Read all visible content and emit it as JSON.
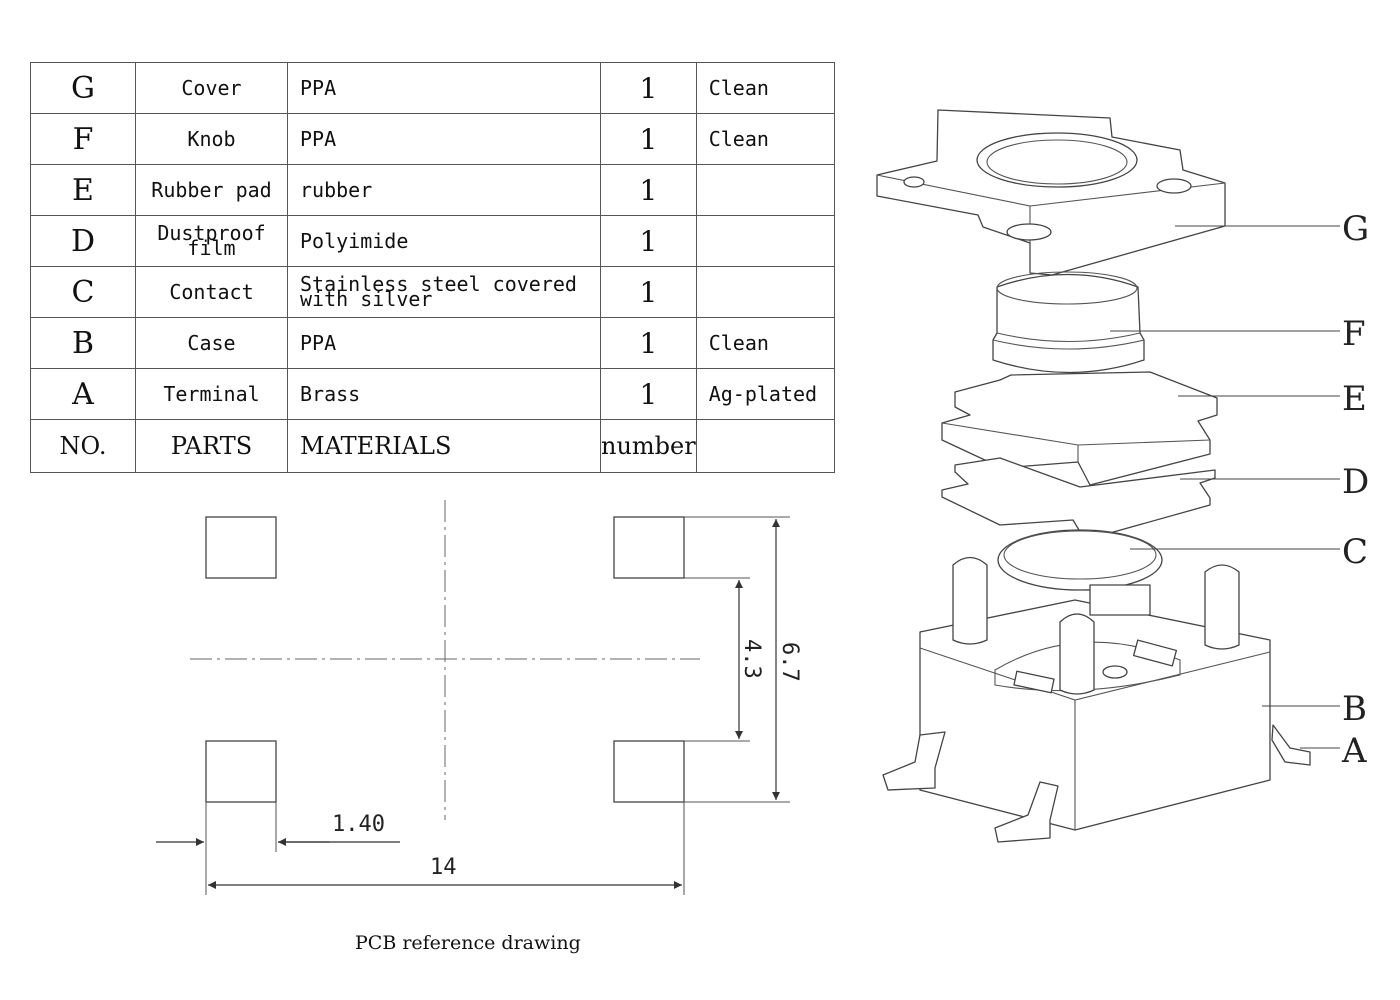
{
  "bom": {
    "rows": [
      {
        "no": "G",
        "part": "Cover",
        "material": "PPA",
        "qty": "1",
        "remark": "Clean"
      },
      {
        "no": "F",
        "part": "Knob",
        "material": "PPA",
        "qty": "1",
        "remark": "Clean"
      },
      {
        "no": "E",
        "part": "Rubber pad",
        "material": "rubber",
        "qty": "1",
        "remark": ""
      },
      {
        "no": "D",
        "part": "Dustproof\nfilm",
        "material": "Polyimide",
        "qty": "1",
        "remark": ""
      },
      {
        "no": "C",
        "part": "Contact",
        "material": "Stainless steel covered\n    with silver",
        "qty": "1",
        "remark": ""
      },
      {
        "no": "B",
        "part": "Case",
        "material": "PPA",
        "qty": "1",
        "remark": "Clean"
      },
      {
        "no": "A",
        "part": "Terminal",
        "material": "Brass",
        "qty": "1",
        "remark": "Ag-plated"
      }
    ],
    "header": {
      "no": "NO.",
      "part": "PARTS",
      "material": "MATERIALS",
      "qty": "number",
      "remark": ""
    }
  },
  "pcb": {
    "caption": "PCB reference drawing",
    "dims": {
      "pad_width": "1.40",
      "overall_width": "14",
      "inner_height": "4.3",
      "outer_height": "6.7"
    }
  },
  "exploded": {
    "labels": [
      "G",
      "F",
      "E",
      "D",
      "C",
      "B",
      "A"
    ]
  }
}
